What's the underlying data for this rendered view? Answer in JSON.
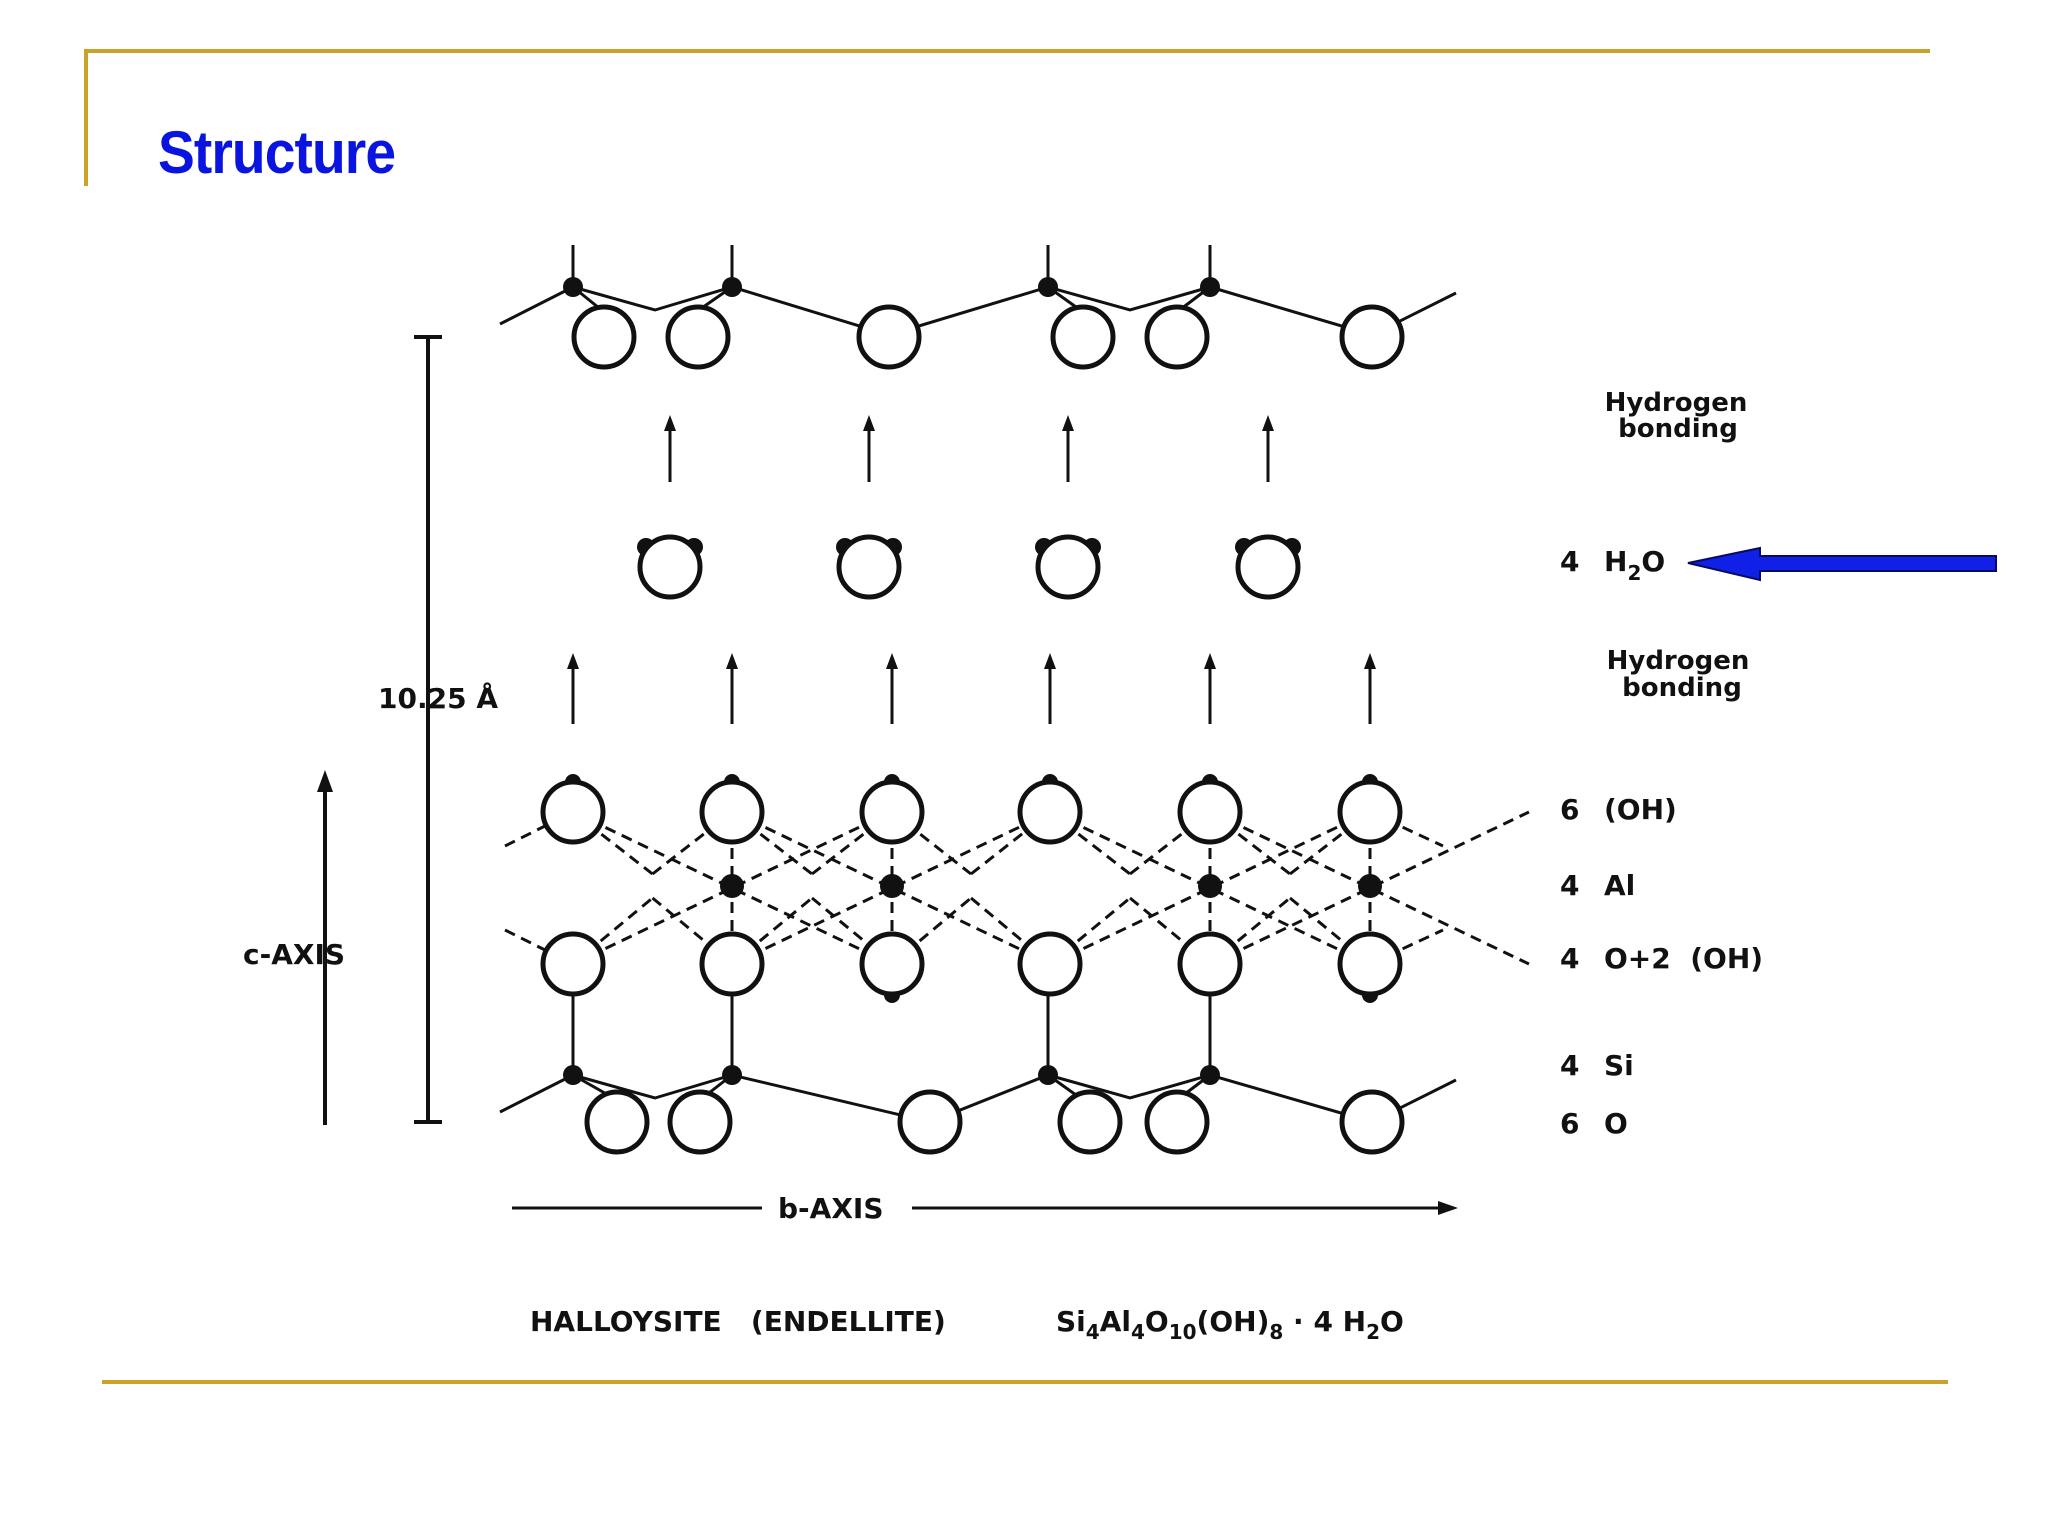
{
  "slide": {
    "title": "Structure",
    "colors": {
      "accent_line": "#C9A227",
      "title": "#0A14E0",
      "arrow": "#1020E6"
    }
  },
  "diagram": {
    "dimension_label": "10.25 Å",
    "c_axis_label": "c-AXIS",
    "b_axis_label": "b-AXIS",
    "layer_labels": {
      "hydrogen_bonding_top": [
        "Hydrogen",
        "bonding"
      ],
      "water": {
        "count": "4",
        "species": "H",
        "sub": "2",
        "end": "O"
      },
      "hydrogen_bonding_bottom": [
        "Hydrogen",
        "bonding"
      ],
      "hydroxyl": {
        "count": "6",
        "species": "(OH)"
      },
      "aluminum": {
        "count": "4",
        "species": "Al"
      },
      "oxygen_hydroxyl": {
        "count": "4",
        "species": "O+2  (OH)"
      },
      "silicon": {
        "count": "4",
        "species": "Si"
      },
      "oxygen": {
        "count": "6",
        "species": "O"
      }
    },
    "caption": {
      "name": "HALLOYSITE   (ENDELLITE)",
      "formula": [
        {
          "t": "Si",
          "sub": false
        },
        {
          "t": "4",
          "sub": true
        },
        {
          "t": "Al",
          "sub": false
        },
        {
          "t": "4",
          "sub": true
        },
        {
          "t": "O",
          "sub": false
        },
        {
          "t": "10",
          "sub": true
        },
        {
          "t": "(OH)",
          "sub": false
        },
        {
          "t": "8",
          "sub": true
        },
        {
          "t": " · 4 H",
          "sub": false
        },
        {
          "t": "2",
          "sub": true
        },
        {
          "t": "O",
          "sub": false
        }
      ]
    }
  }
}
